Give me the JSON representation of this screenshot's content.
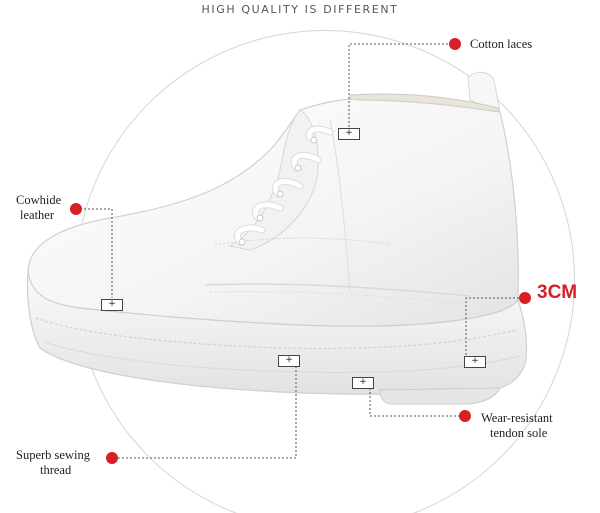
{
  "header": {
    "title": "HIGH QUALITY IS DIFFERENT"
  },
  "features": {
    "laces": "Cotton laces",
    "leather_line1": "Cowhide",
    "leather_line2": "leather",
    "height": "3CM",
    "sole_line1": "Wear-resistant",
    "sole_line2": "tendon sole",
    "thread_line1": "Superb sewing",
    "thread_line2": "thread"
  },
  "marker_symbol": "+",
  "colors": {
    "accent": "#d81f26",
    "leader": "#555555",
    "ring": "#d6d6d6"
  }
}
